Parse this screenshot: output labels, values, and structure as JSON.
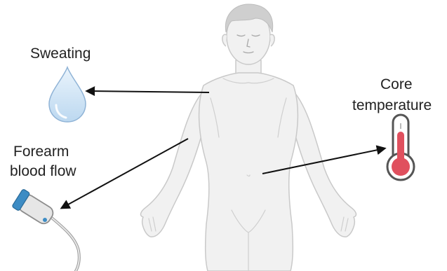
{
  "labels": {
    "sweating": "Sweating",
    "core_temperature": [
      "Core",
      "temperature"
    ],
    "forearm_blood_flow": [
      "Forearm",
      "blood flow"
    ]
  },
  "colors": {
    "body_fill": "#f1f1f1",
    "body_stroke": "#c9c9c9",
    "hair": "#cfcfcf",
    "arrow": "#111111",
    "droplet_fill": "#cfe4f5",
    "droplet_stroke": "#8fb3d6",
    "thermometer_red": "#e0505e",
    "probe_blue": "#3d8cc4"
  },
  "icons": [
    "water-droplet-icon",
    "thermometer-icon",
    "ultrasound-probe-icon"
  ]
}
